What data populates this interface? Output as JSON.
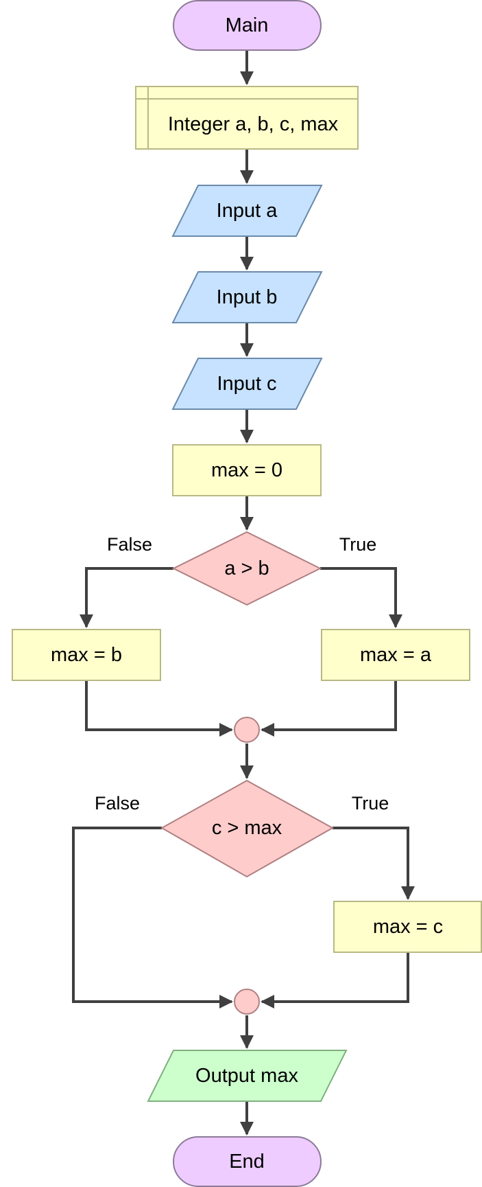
{
  "nodes": {
    "main": {
      "label": "Main"
    },
    "declare": {
      "label": "Integer a, b, c, max"
    },
    "input_a": {
      "label": "Input a"
    },
    "input_b": {
      "label": "Input b"
    },
    "input_c": {
      "label": "Input c"
    },
    "assign_max0": {
      "label": "max = 0"
    },
    "decision_ab": {
      "label": "a > b"
    },
    "assign_max_b": {
      "label": "max = b"
    },
    "assign_max_a": {
      "label": "max = a"
    },
    "decision_cmax": {
      "label": "c > max"
    },
    "assign_max_c": {
      "label": "max = c"
    },
    "output_max": {
      "label": "Output max"
    },
    "end": {
      "label": "End"
    }
  },
  "edges": {
    "ab_false": "False",
    "ab_true": "True",
    "cmax_false": "False",
    "cmax_true": "True"
  },
  "colors": {
    "terminal_fill": "#EECCFF",
    "terminal_stroke": "#8C7A98",
    "declare_fill": "#FFFFCC",
    "declare_stroke": "#B8B884",
    "input_fill": "#C6E2FF",
    "input_stroke": "#6A8AAA",
    "process_fill": "#FFFFCC",
    "process_stroke": "#B8B884",
    "decision_fill": "#FFCCCC",
    "decision_stroke": "#B08080",
    "connector_fill": "#FFCCCC",
    "output_fill": "#CCFFCC",
    "output_stroke": "#80B080"
  }
}
